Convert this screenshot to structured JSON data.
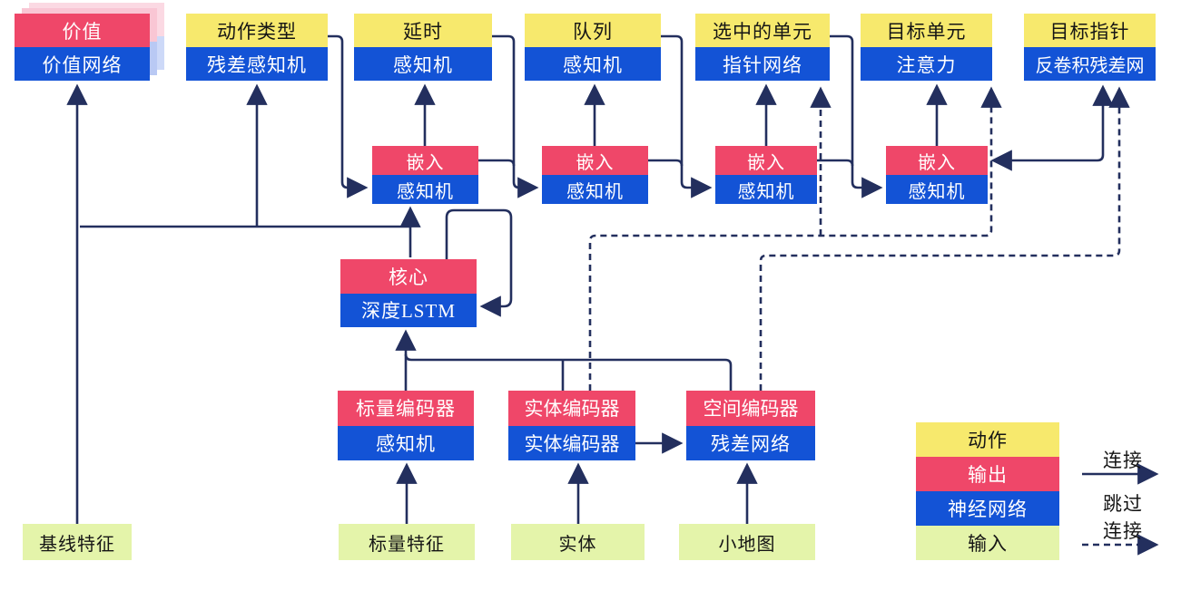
{
  "nodes": {
    "value": {
      "top": "价值",
      "bottom": "价值网络"
    },
    "action_type": {
      "top": "动作类型",
      "bottom": "残差感知机"
    },
    "delay": {
      "top": "延时",
      "bottom": "感知机"
    },
    "queue": {
      "top": "队列",
      "bottom": "感知机"
    },
    "selected_units": {
      "top": "选中的单元",
      "bottom": "指针网络"
    },
    "target_unit": {
      "top": "目标单元",
      "bottom": "注意力"
    },
    "target_point": {
      "top": "目标指针",
      "bottom": "反卷积残差网"
    },
    "embed1": {
      "top": "嵌入",
      "bottom": "感知机"
    },
    "embed2": {
      "top": "嵌入",
      "bottom": "感知机"
    },
    "embed3": {
      "top": "嵌入",
      "bottom": "感知机"
    },
    "embed4": {
      "top": "嵌入",
      "bottom": "感知机"
    },
    "core": {
      "top": "核心",
      "bottom": "深度LSTM"
    },
    "scalar_encoder": {
      "top": "标量编码器",
      "bottom": "感知机"
    },
    "entity_encoder": {
      "top": "实体编码器",
      "bottom": "实体编码器"
    },
    "spatial_encoder": {
      "top": "空间编码器",
      "bottom": "残差网络"
    }
  },
  "inputs": {
    "baseline_features": "基线特征",
    "scalar_features": "标量特征",
    "entities": "实体",
    "minimap": "小地图"
  },
  "legend": {
    "action": "动作",
    "output": "输出",
    "network": "神经网络",
    "input": "输入",
    "connection_label": "连接",
    "skip_label_line1": "跳过",
    "skip_label_line2": "连接"
  },
  "colors": {
    "action": "#f7e96d",
    "output": "#ef4769",
    "network": "#1353d6",
    "input": "#e4f4aa",
    "line": "#232f5e"
  }
}
